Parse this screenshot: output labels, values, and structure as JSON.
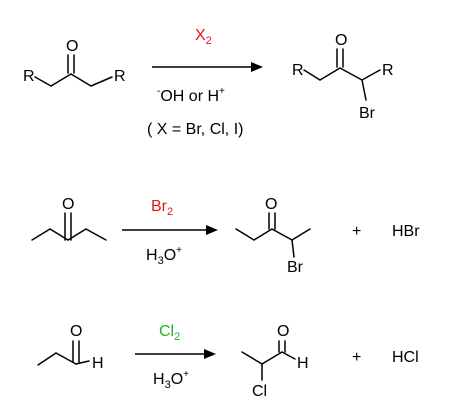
{
  "colors": {
    "black": "#000000",
    "red": "#e8151b",
    "blue": "#1a1ad6",
    "green": "#22b522",
    "gray": "#8a8a8a"
  },
  "general": {
    "reagent_base": "X",
    "reagent_sub": "2",
    "condition_main": "OH or H",
    "condition_minus": "-",
    "condition_plus": "+",
    "note": "( X = Br, Cl, I)",
    "r_label": "R",
    "o_label": "O",
    "br_label": "Br"
  },
  "reaction2": {
    "reagent_base": "Br",
    "reagent_sub": "2",
    "cond_h": "H",
    "cond_sub": "3",
    "cond_o": "O",
    "cond_plus": "+",
    "o_label": "O",
    "br_label": "Br",
    "plus": "+",
    "byproduct": "HBr"
  },
  "reaction3": {
    "reagent_base": "Cl",
    "reagent_sub": "2",
    "cond_h": "H",
    "cond_sub": "3",
    "cond_o": "O",
    "cond_plus": "+",
    "o_label": "O",
    "h_label": "H",
    "cl_label": "Cl",
    "plus": "+",
    "byproduct": "HCl"
  }
}
